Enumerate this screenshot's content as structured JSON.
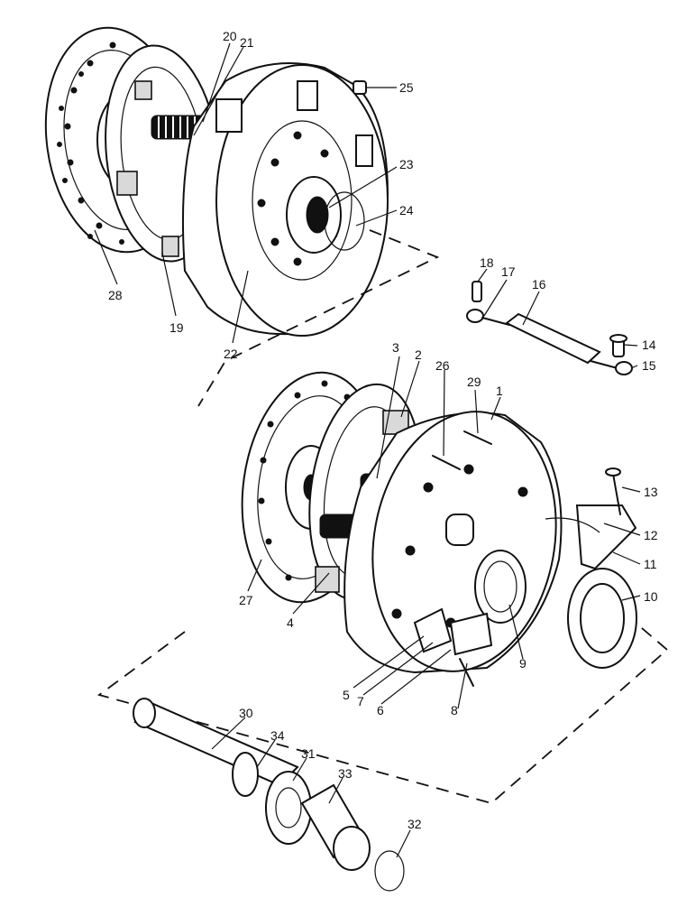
{
  "callouts": [
    {
      "id": "c1",
      "text": "1"
    },
    {
      "id": "c2",
      "text": "2"
    },
    {
      "id": "c3",
      "text": "3"
    },
    {
      "id": "c4",
      "text": "4"
    },
    {
      "id": "c5",
      "text": "5"
    },
    {
      "id": "c6",
      "text": "6"
    },
    {
      "id": "c7",
      "text": "7"
    },
    {
      "id": "c8",
      "text": "8"
    },
    {
      "id": "c9",
      "text": "9"
    },
    {
      "id": "c10",
      "text": "10"
    },
    {
      "id": "c11",
      "text": "11"
    },
    {
      "id": "c12",
      "text": "12"
    },
    {
      "id": "c13",
      "text": "13"
    },
    {
      "id": "c14",
      "text": "14"
    },
    {
      "id": "c15",
      "text": "15"
    },
    {
      "id": "c16",
      "text": "16"
    },
    {
      "id": "c17",
      "text": "17"
    },
    {
      "id": "c18",
      "text": "18"
    },
    {
      "id": "c19",
      "text": "19"
    },
    {
      "id": "c20",
      "text": "20"
    },
    {
      "id": "c21",
      "text": "21"
    },
    {
      "id": "c22",
      "text": "22"
    },
    {
      "id": "c23",
      "text": "23"
    },
    {
      "id": "c24",
      "text": "24"
    },
    {
      "id": "c25",
      "text": "25"
    },
    {
      "id": "c26",
      "text": "26"
    },
    {
      "id": "c27",
      "text": "27"
    },
    {
      "id": "c28",
      "text": "28"
    },
    {
      "id": "c29",
      "text": "29"
    },
    {
      "id": "c30",
      "text": "30"
    },
    {
      "id": "c31",
      "text": "31"
    },
    {
      "id": "c32",
      "text": "32"
    },
    {
      "id": "c33",
      "text": "33"
    },
    {
      "id": "c34",
      "text": "34"
    }
  ]
}
